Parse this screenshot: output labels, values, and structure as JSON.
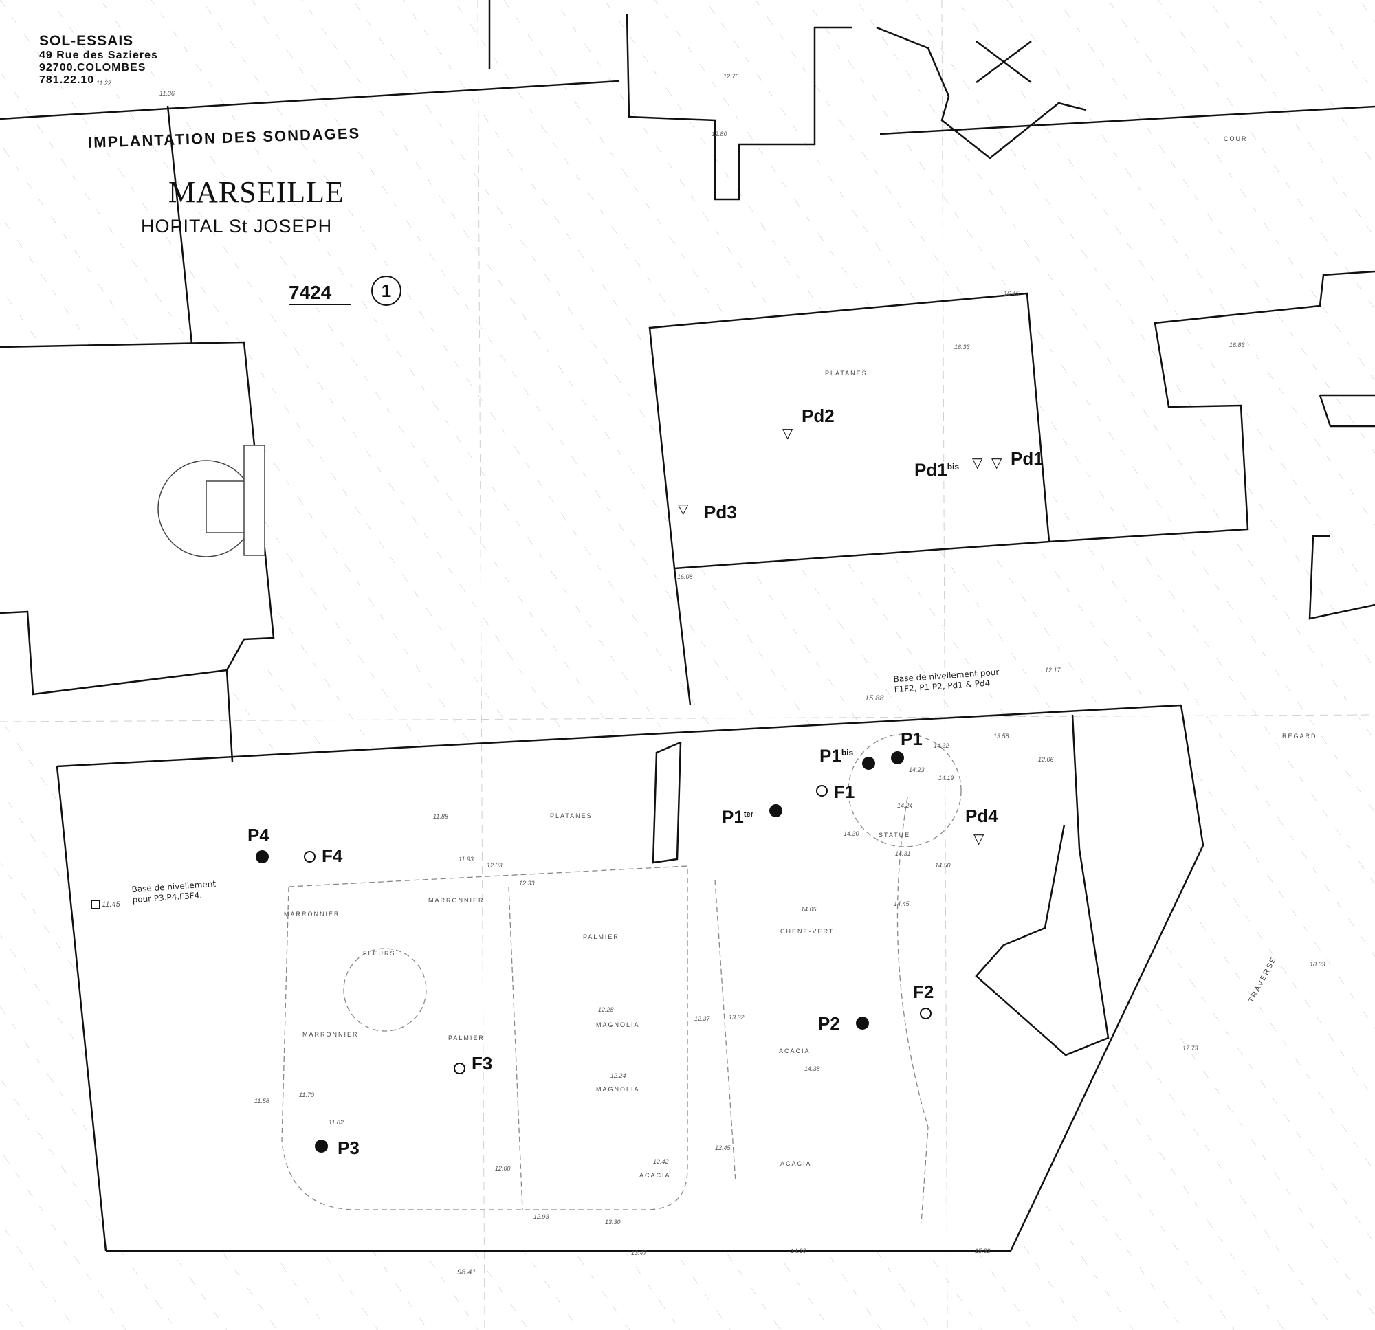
{
  "company": {
    "name": "SOL-ESSAIS",
    "address_line1": "49 Rue des Sazieres",
    "address_line2": "92700.COLOMBES",
    "phone": "781.22.10"
  },
  "title": "IMPLANTATION DES SONDAGES",
  "city": "MARSEILLE",
  "site": "HOPITAL St JOSEPH",
  "reference": "7424",
  "sheet": "1",
  "survey_points": [
    {
      "id": "Pd2",
      "type": "penetrometre"
    },
    {
      "id": "Pd1bis",
      "label": "Pd1",
      "sup": "bis",
      "type": "penetrometre"
    },
    {
      "id": "Pd1",
      "type": "penetrometre"
    },
    {
      "id": "Pd3",
      "type": "penetrometre"
    },
    {
      "id": "Pd4",
      "type": "penetrometre"
    },
    {
      "id": "P1",
      "type": "puits"
    },
    {
      "id": "P1bis",
      "label": "P1",
      "sup": "bis",
      "type": "puits"
    },
    {
      "id": "P1ter",
      "label": "P1",
      "sup": "ter",
      "type": "puits"
    },
    {
      "id": "P2",
      "type": "puits"
    },
    {
      "id": "P3",
      "type": "puits"
    },
    {
      "id": "P4",
      "type": "puits"
    },
    {
      "id": "F1",
      "type": "forage"
    },
    {
      "id": "F2",
      "type": "forage"
    },
    {
      "id": "F3",
      "type": "forage"
    },
    {
      "id": "F4",
      "type": "forage"
    }
  ],
  "notes": {
    "benchmark_right_line1": "Base de nivellement pour",
    "benchmark_right_line2": "F1F2, P1 P2, Pd1 & Pd4",
    "benchmark_right_elev": "15.88",
    "benchmark_left_line1": "Base de nivellement",
    "benchmark_left_line2": "pour P3.P4.F3F4.",
    "benchmark_left_elev": "11.45"
  },
  "features": {
    "platanes": "PLATANES",
    "marronnier": "MARRONNIER",
    "palmier": "PALMIER",
    "magnolia": "MAGNOLIA",
    "acacia": "ACACIA",
    "chene_vert": "CHENE-VERT",
    "fleurs": "FLEURS",
    "statue": "STATUE",
    "regard": "REGARD",
    "cour": "COUR",
    "traverse": "TRAVERSE",
    "grid_ref": "98.41"
  },
  "elevations": [
    "11.22",
    "11.36",
    "12.76",
    "12.80",
    "16.33",
    "16.45",
    "14.23",
    "16.08",
    "12.17",
    "12.06",
    "13.58",
    "14.32",
    "14.19",
    "14.24",
    "14.30",
    "14.31",
    "14.50",
    "14.05",
    "14.38",
    "14.45",
    "12.03",
    "12.33",
    "11.93",
    "11.88",
    "12.28",
    "12.24",
    "13.32",
    "12.37",
    "11.82",
    "11.70",
    "11.58",
    "12.00",
    "12.42",
    "12.45",
    "13.30",
    "12.93",
    "13.47",
    "14.30",
    "15.32",
    "16.83",
    "18.33",
    "17.73"
  ],
  "colors": {
    "ink": "#111111",
    "paper": "#ffffff",
    "hatch": "#bbbbbb"
  }
}
